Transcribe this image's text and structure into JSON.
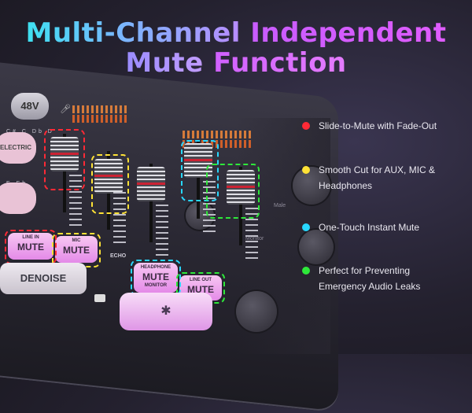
{
  "title": {
    "line1_part1": "Multi-Channel",
    "line1_part2": "Independent",
    "line2_part1": "Mute",
    "line2_part2": "Function"
  },
  "device": {
    "phantom_label": "48V",
    "electric_label": "ELECTRIC",
    "keys_top": "C# C Db D",
    "keys_bottom": "E Eb",
    "line_in_label": "LINE IN",
    "mic_label": "MIC",
    "mute_label": "MUTE",
    "denoise_label": "DENOISE",
    "echo_label": "ECHO",
    "headphone_label": "HEADPHONE",
    "monitor_label": "MONITOR",
    "line_out_label": "LINE OUT",
    "bluetooth_symbol": "✱",
    "monitor_side_label": "Monitor",
    "male_label": "Male"
  },
  "legend": [
    {
      "text": "Slide-to-Mute with Fade-Out",
      "color": "#ff2a36"
    },
    {
      "text": "Smooth Cut for AUX, MIC & Headphones",
      "color": "#ffe236"
    },
    {
      "text": "One-Touch Instant Mute",
      "color": "#28d8ff"
    },
    {
      "text": "Perfect for Preventing Emergency Audio Leaks",
      "color": "#2ee83a"
    }
  ],
  "colors": {
    "red": "#ff2a36",
    "yellow": "#ffe236",
    "cyan": "#28d8ff",
    "green": "#2ee83a",
    "mute_pink": "#f0b4ef"
  }
}
